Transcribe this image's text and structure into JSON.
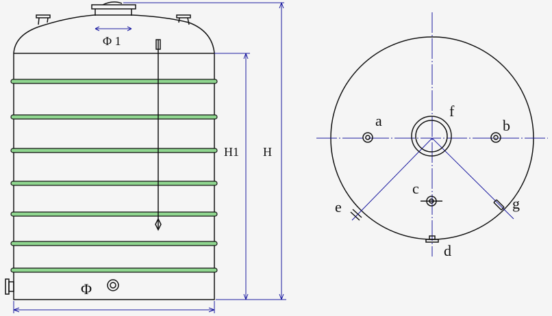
{
  "elevation": {
    "labels": {
      "manhole_diameter": "Φ 1",
      "shell_height": "H1",
      "total_height": "H",
      "diameter": "Φ"
    }
  },
  "plan": {
    "labels": {
      "a": "a",
      "b": "b",
      "c": "c",
      "d": "d",
      "e": "e",
      "f": "f",
      "g": "g"
    }
  },
  "colors": {
    "outline": "#111111",
    "dimension": "#1a1aa0",
    "band": "#8fd68f"
  }
}
